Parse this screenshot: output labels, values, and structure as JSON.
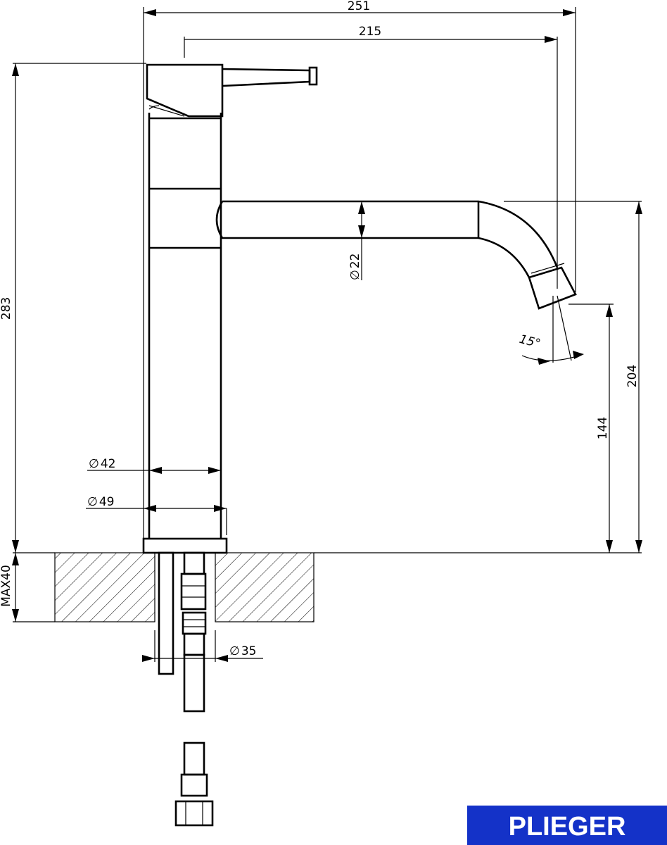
{
  "dimensions": {
    "total_reach": "251",
    "spout_reach": "215",
    "total_height": "283",
    "spout_height": "204",
    "outlet_height": "144",
    "spout_diameter": "22",
    "body_diameter": "42",
    "base_diameter": "49",
    "hole_diameter": "35",
    "max_counter_thickness": "MAX40",
    "outlet_angle": "15°"
  },
  "symbols": {
    "diameter": "∅"
  },
  "brand": {
    "name": "PLIEGER",
    "color": "#1432c8"
  }
}
